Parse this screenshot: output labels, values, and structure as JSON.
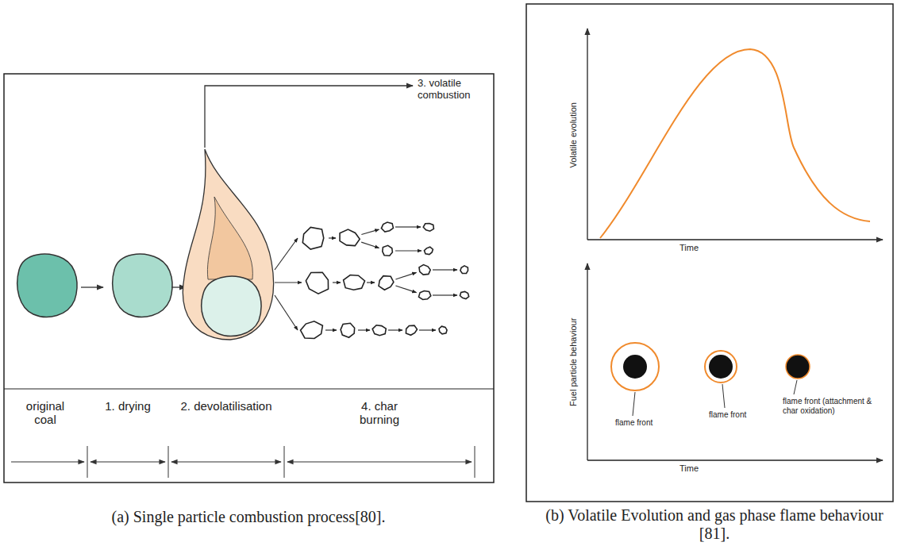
{
  "diagram": {
    "labels": [
      "3. volatile combustion",
      "original coal",
      "1. drying",
      "2. devolatilisation",
      "4. char burning",
      "(a) Single particle combustion process[80].",
      "Volatile evolution",
      "Time",
      "Fuel particle behaviour",
      "Time",
      "flame front",
      "flame front",
      "flame front (attachment & char oxidation)",
      "(b) Volatile Evolution and gas phase flame behaviour [81]."
    ]
  }
}
